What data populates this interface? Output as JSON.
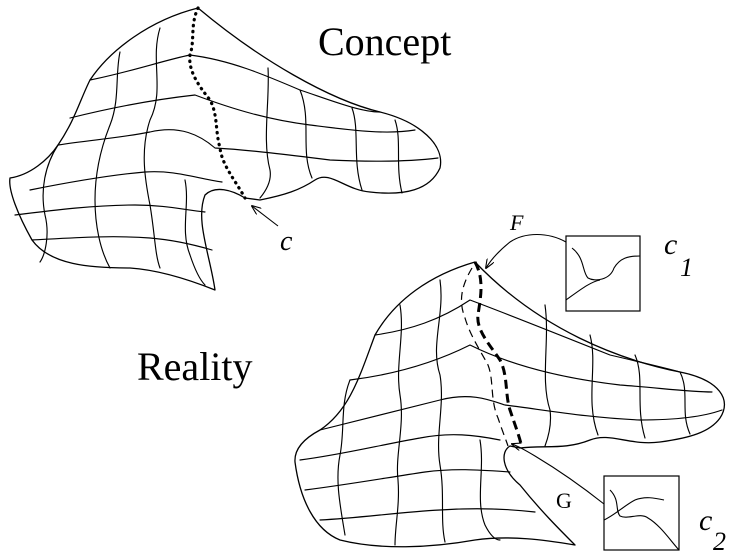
{
  "labels": {
    "concept": "Concept",
    "reality": "Reality",
    "c": "c",
    "F": "F",
    "G": "G",
    "c1_base": "c",
    "c1_sub": "1",
    "c2_base": "c",
    "c2_sub": "2"
  }
}
